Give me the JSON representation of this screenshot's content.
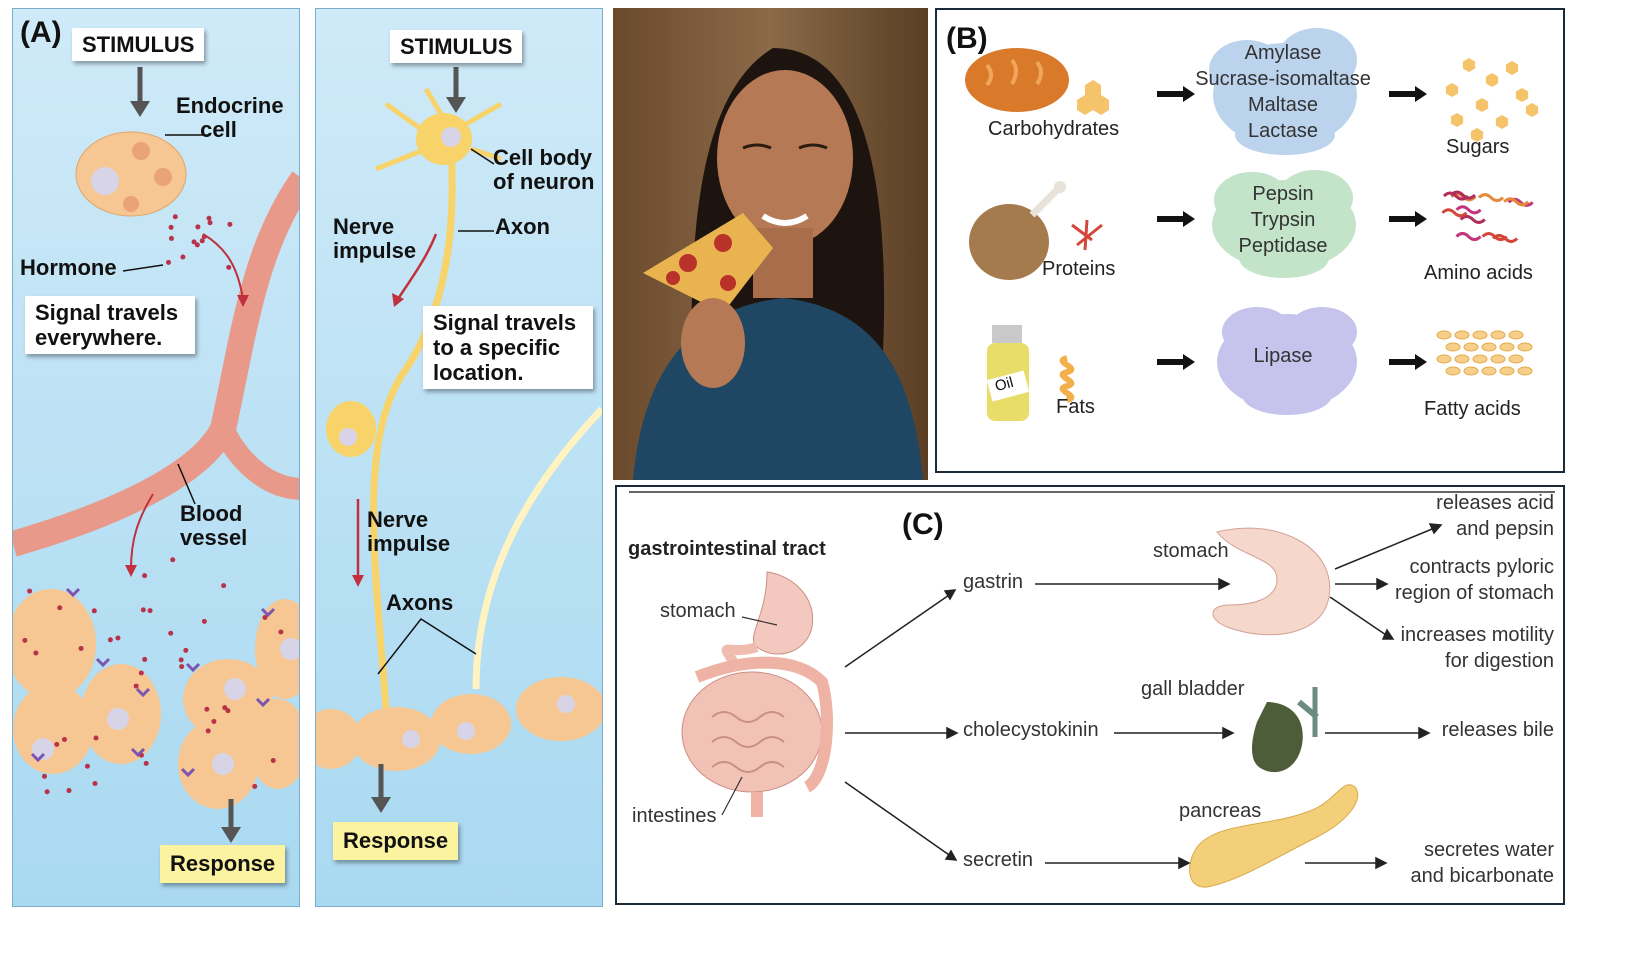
{
  "panel_a": {
    "letter": "(A)",
    "left": {
      "stimulus": "STIMULUS",
      "endocrine_cell": "Endocrine cell",
      "hormone": "Hormone",
      "signal": "Signal travels everywhere.",
      "blood_vessel": "Blood vessel",
      "response": "Response"
    },
    "right": {
      "stimulus": "STIMULUS",
      "cell_body": "Cell body of neuron",
      "axon": "Axon",
      "nerve_impulse_1": "Nerve impulse",
      "signal": "Signal travels to a specific location.",
      "nerve_impulse_2": "Nerve impulse",
      "axons": "Axons",
      "response": "Response"
    }
  },
  "panel_b": {
    "letter": "(B)",
    "rows": [
      {
        "food": "Carbohydrates",
        "enzymes": [
          "Amylase",
          "Sucrase-isomaltase",
          "Maltase",
          "Lactase"
        ],
        "product": "Sugars",
        "enzyme_color": "#bcd3ee"
      },
      {
        "food": "Proteins",
        "enzymes": [
          "Pepsin",
          "Trypsin",
          "Peptidase"
        ],
        "product": "Amino acids",
        "enzyme_color": "#c3e4c9"
      },
      {
        "food": "Fats",
        "enzymes": [
          "Lipase"
        ],
        "product": "Fatty acids",
        "enzyme_color": "#c6c3ec"
      }
    ],
    "oil_label": "Oil"
  },
  "panel_c": {
    "letter": "(C)",
    "title": "gastrointestinal tract",
    "organ_stomach": "stomach",
    "organ_intestines": "intestines",
    "hormones": [
      "gastrin",
      "cholecystokinin",
      "secretin"
    ],
    "targets": [
      "stomach",
      "gall bladder",
      "pancreas"
    ],
    "effects": {
      "e1a": "releases acid",
      "e1b": "and pepsin",
      "e2a": "contracts pyloric",
      "e2b": "region of stomach",
      "e3a": "increases motility",
      "e3b": "for digestion",
      "e4": "releases bile",
      "e5a": "secretes water",
      "e5b": "and bicarbonate"
    }
  },
  "colors": {
    "panel_a_bg": "#bfe3f6",
    "vessel": "#e8998a",
    "cell": "#f6c792",
    "neuron": "#f7d36a",
    "hormone_dot": "#b8324a",
    "arrow": "#c0313d"
  }
}
